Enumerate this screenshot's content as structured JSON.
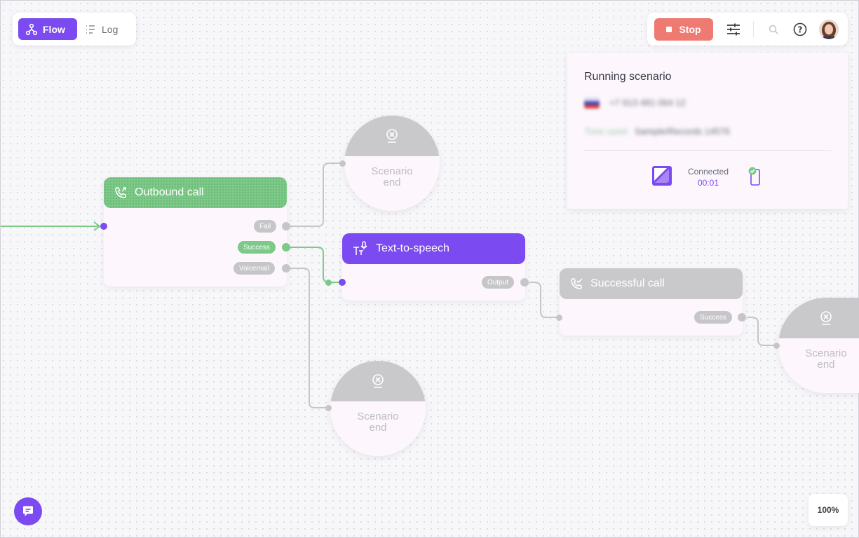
{
  "tabs": {
    "flow_label": "Flow",
    "log_label": "Log"
  },
  "toolbar": {
    "stop_label": "Stop",
    "settings_icon": "sliders-icon",
    "search_icon": "search-icon",
    "help_icon": "help-icon"
  },
  "panel": {
    "title": "Running scenario",
    "phone_blurred": "+7 913 481 064 12",
    "caller_label_blurred": "Time used:",
    "caller_value_blurred": "Sample/Records 14576",
    "status": "Connected",
    "timer": "00:01"
  },
  "nodes": {
    "outbound": {
      "title": "Outbound call",
      "outputs": [
        "Fail",
        "Success",
        "Voicemail"
      ]
    },
    "tts": {
      "title": "Text-to-speech",
      "output": "Output"
    },
    "successful": {
      "title": "Successful call",
      "output": "Success"
    },
    "end": {
      "label_line1": "Scenario",
      "label_line2": "end"
    }
  },
  "zoom": "100%",
  "colors": {
    "accent": "#7b4af0",
    "success": "#7cc988",
    "stop": "#ef7a72",
    "inactive": "#c9c9cc"
  }
}
